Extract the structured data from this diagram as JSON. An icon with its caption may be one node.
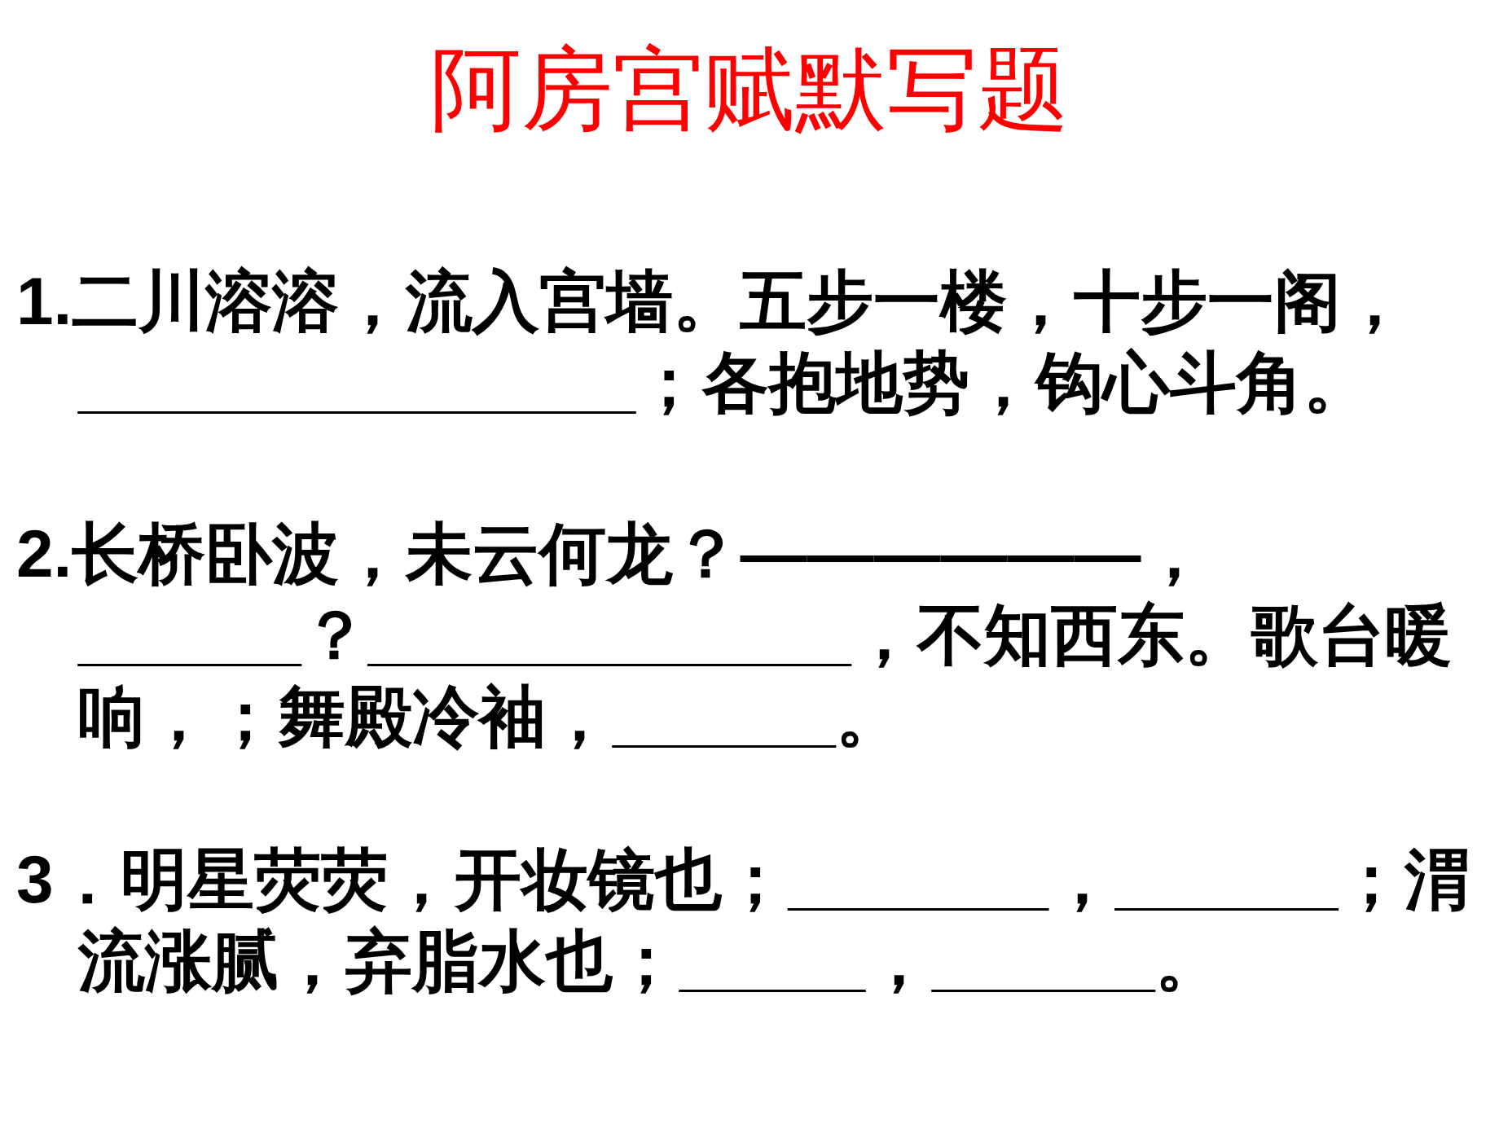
{
  "diagram": {
    "title": "阿房宫赋默写题",
    "labels": [
      "1.二川溶溶，流入宫墙。五步一楼，十步一阁，_______________；各抱地势，钩心斗角。",
      "2.长桥卧波，未云何龙？——————，______？_____________，不知西东。歌台暖响，；舞殿冷袖，______。",
      "3．明星荧荧，开妆镜也；_______，______；渭流涨腻，弃脂水也；_____，______。"
    ]
  }
}
